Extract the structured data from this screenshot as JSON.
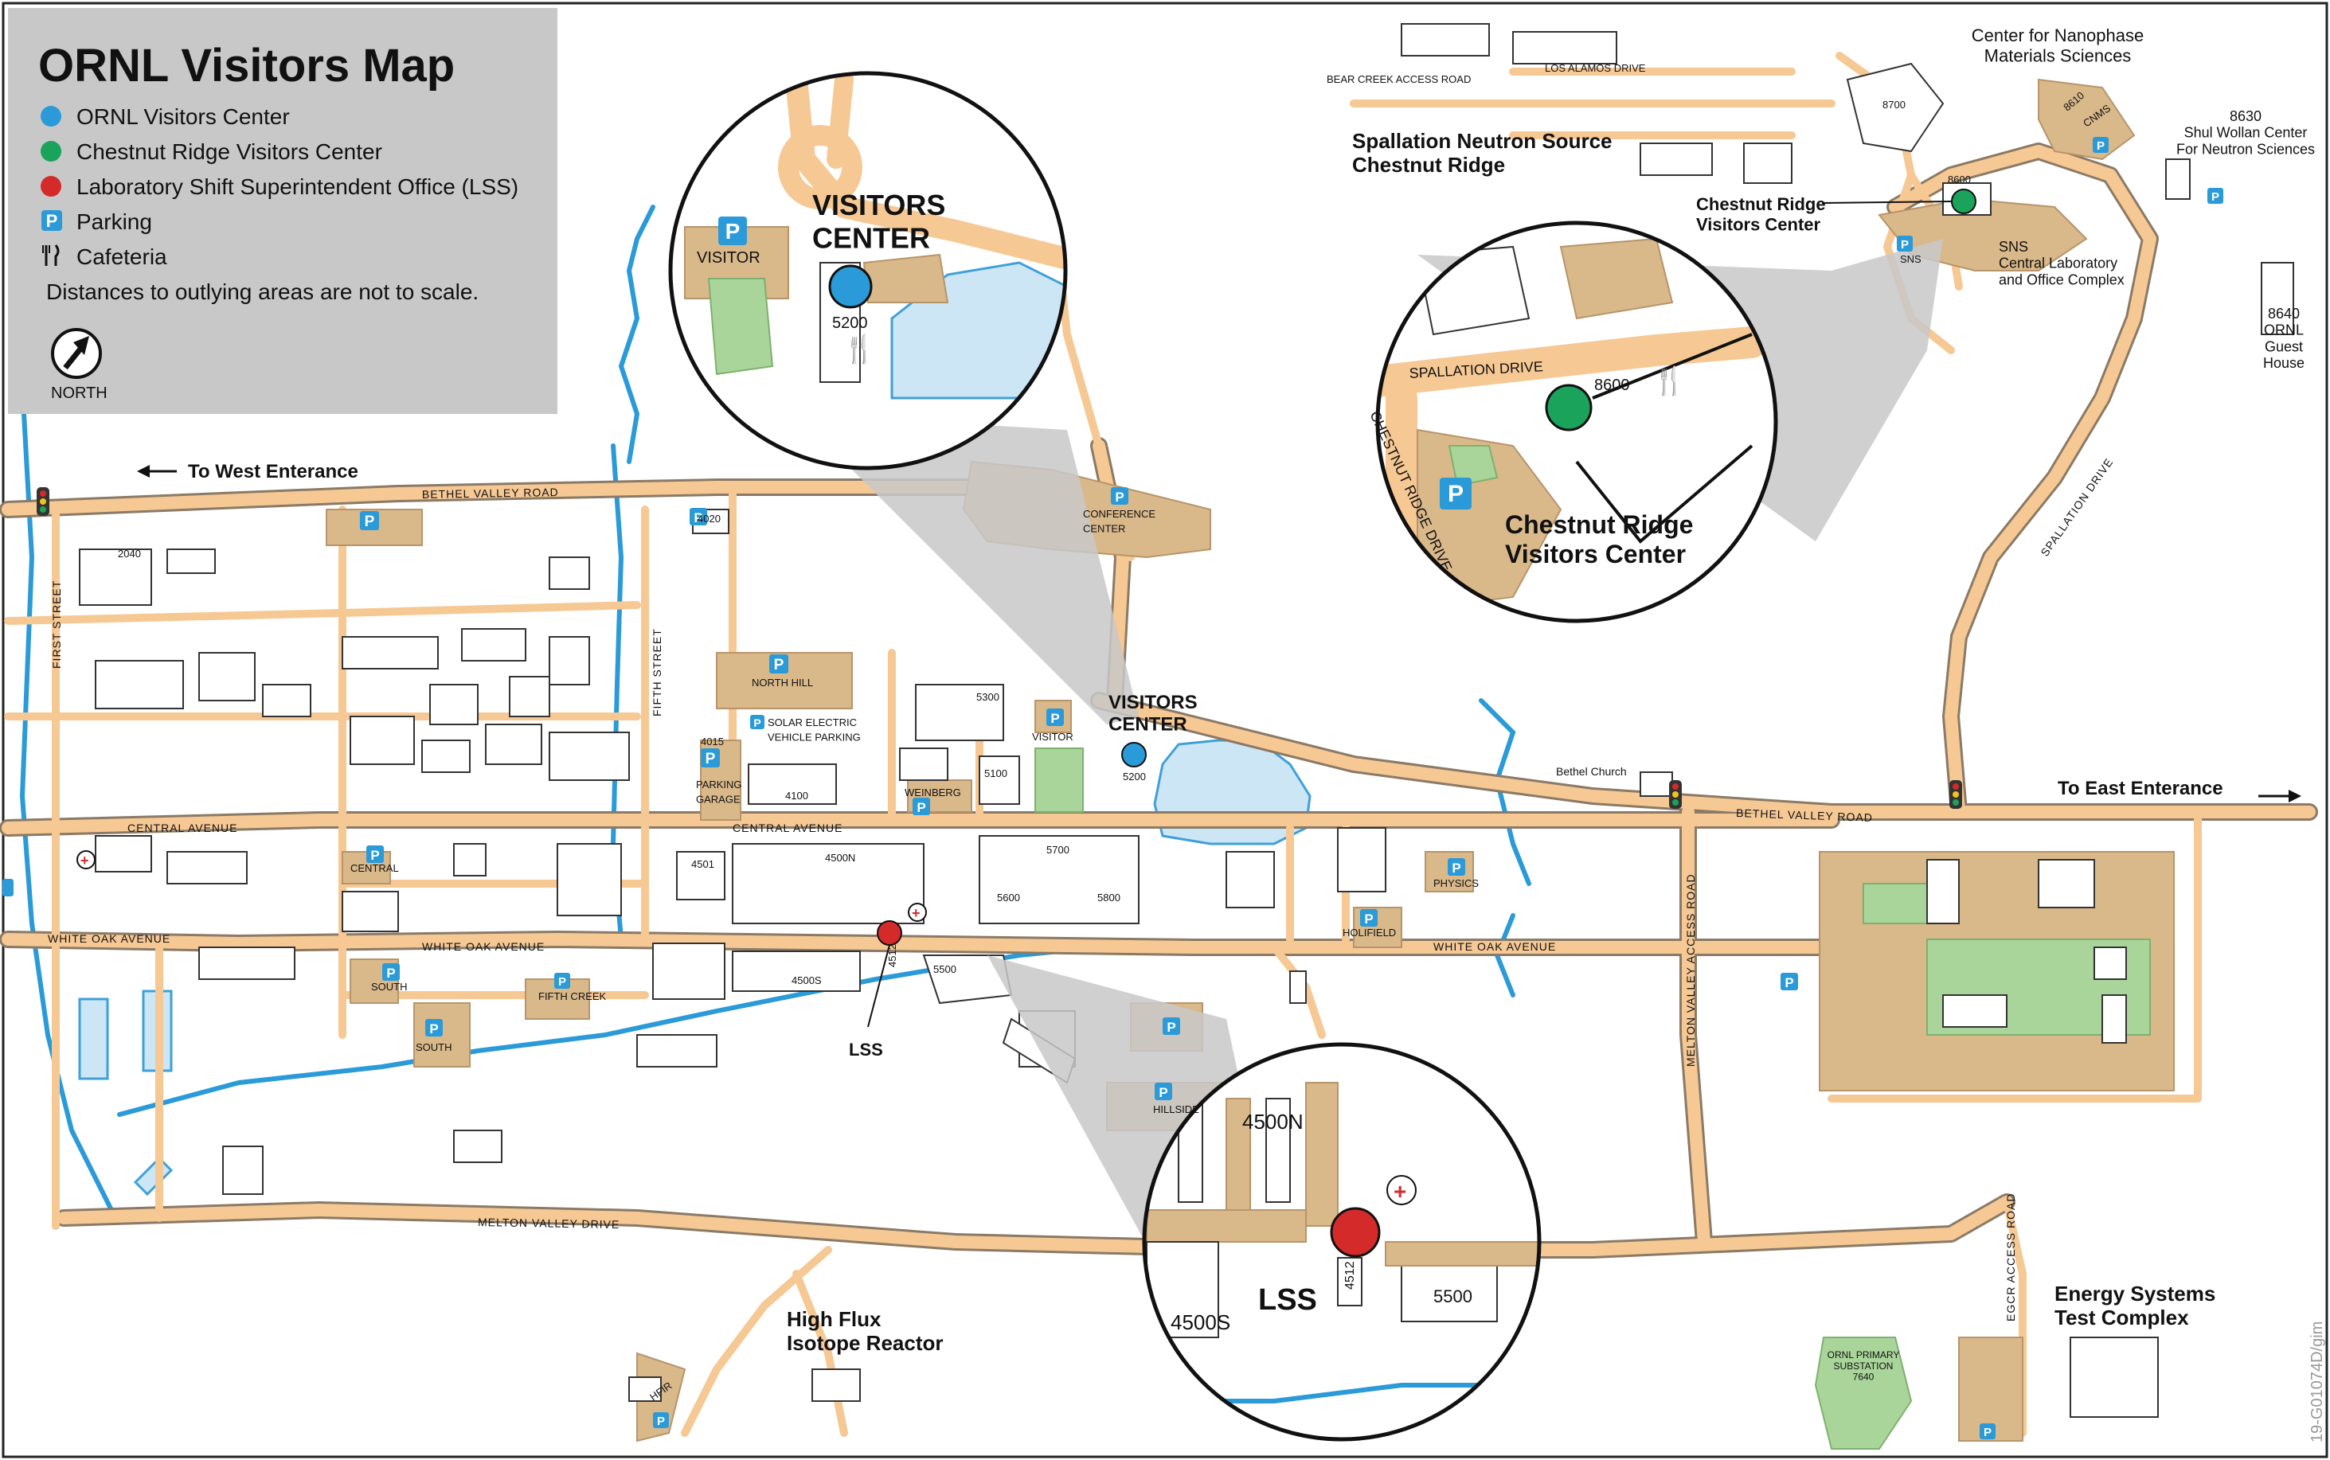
{
  "legend": {
    "title": "ORNL Visitors Map",
    "items": [
      {
        "label": "ORNL Visitors Center",
        "color": "#2a9ad8",
        "symbol": "circle"
      },
      {
        "label": "Chestnut Ridge Visitors Center",
        "color": "#1aa35a",
        "symbol": "circle"
      },
      {
        "label": "Laboratory Shift Superintendent Office (LSS)",
        "color": "#d42a2a",
        "symbol": "circle"
      },
      {
        "label": "Parking",
        "color": "#2a9ad8",
        "symbol": "parking-icon",
        "glyph": "P"
      },
      {
        "label": "Cafeteria",
        "color": "#111111",
        "symbol": "fork-knife-icon"
      }
    ],
    "note": "Distances to outlying areas are not to scale.",
    "north_label": "NORTH"
  },
  "directions": {
    "west": "To West Enterance",
    "east": "To East Enterance"
  },
  "roads": {
    "bethel_valley_west": "BETHEL VALLEY ROAD",
    "bethel_valley_east": "BETHEL VALLEY ROAD",
    "central_avenue_1": "CENTRAL AVENUE",
    "central_avenue_2": "CENTRAL AVENUE",
    "white_oak_1": "WHITE OAK AVENUE",
    "white_oak_2": "WHITE OAK AVENUE",
    "white_oak_3": "WHITE OAK AVENUE",
    "melton_valley_drive": "MELTON VALLEY DRIVE",
    "first_street": "FIRST STREET",
    "fifth_street": "FIFTH STREET",
    "melton_valley_access": "MELTON VALLEY ACCESS ROAD",
    "spallation_drive": "SPALLATION DRIVE",
    "egcr_access": "EGCR ACCESS ROAD",
    "los_alamos": "LOS ALAMOS DRIVE",
    "bear_creek": "BEAR CREEK ACCESS ROAD",
    "chestnut_ridge_drive": "CHESTNUT RIDGE DRIVE",
    "spallation_drive_inset": "SPALLATION DRIVE",
    "chestnut_ridge_drive_inset": "CHESTNUT RIDGE DRIVE"
  },
  "places": {
    "sns": "Spallation Neutron Source\nChestnut Ridge",
    "cnms": "Center for Nanophase\nMaterials Sciences",
    "shull": "8630\nShul Wollan Center\nFor Neutron Sciences",
    "guest_house": "8640\nORNL\nGuest\nHouse",
    "chestnut_vc": "Chestnut Ridge\nVisitors Center",
    "sns_central": "SNS\nCentral Laboratory\nand Office Complex",
    "hfir": "High Flux\nIsotope Reactor",
    "estc": "Energy Systems\nTest Complex",
    "bethel_church": "Bethel Church",
    "visitors_center": "VISITORS\nCENTER",
    "lss": "LSS",
    "substation": "ORNL PRIMARY\nSUBSTATION\n7640"
  },
  "lots": {
    "conference_center": "CONFERENCE\nCENTER",
    "north_hill": "NORTH HILL",
    "solar": "SOLAR ELECTRIC\nVEHICLE PARKING",
    "parking_garage": "PARKING\nGARAGE",
    "visitor": "VISITOR",
    "weinberg": "WEINBERG",
    "central": "CENTRAL",
    "south": "SOUTH",
    "south2": "SOUTH",
    "fifth_creek": "FIFTH CREEK",
    "physics": "PHYSICS",
    "holifield": "HOLIFIELD",
    "hillside": "HILLSIDE",
    "hfir_lot": "HFIR",
    "cnms_lot": "CNMS",
    "sns_lot": "SNS"
  },
  "buildings": {
    "b2040": "2040",
    "b4020": "4020",
    "b4015": "4015",
    "b4100": "4100",
    "b5300": "5300",
    "b5100": "5100",
    "b5200": "5200",
    "b4501": "4501",
    "b4500n": "4500N",
    "b4500s": "4500S",
    "b5500": "5500",
    "b5700": "5700",
    "b5600": "5600",
    "b5800": "5800",
    "b8600": "8600",
    "b8700": "8700",
    "b8610": "8610",
    "b4512": "4512"
  },
  "insets": {
    "vc": {
      "title": "VISITORS\nCENTER",
      "lot": "VISITOR",
      "building": "5200"
    },
    "cr": {
      "title": "Chestnut Ridge\nVisitors Center",
      "building": "8600",
      "road1": "SPALLATION DRIVE",
      "road2": "CHESTNUT RIDGE DRIVE"
    },
    "lss": {
      "title": "LSS",
      "b1": "4500N",
      "b2": "4500S",
      "b3": "5500",
      "b4": "4512"
    }
  },
  "credit": "19-G01074D/gim",
  "colors": {
    "road": "#f6c894",
    "lot": "#d9b88a",
    "water": "#cde6f5",
    "stream": "#2a9ad8",
    "green": "#a9d59a",
    "legend_bg": "#c8c8c8",
    "visitors": "#2a9ad8",
    "chestnut": "#1aa35a",
    "lss": "#d42a2a"
  }
}
